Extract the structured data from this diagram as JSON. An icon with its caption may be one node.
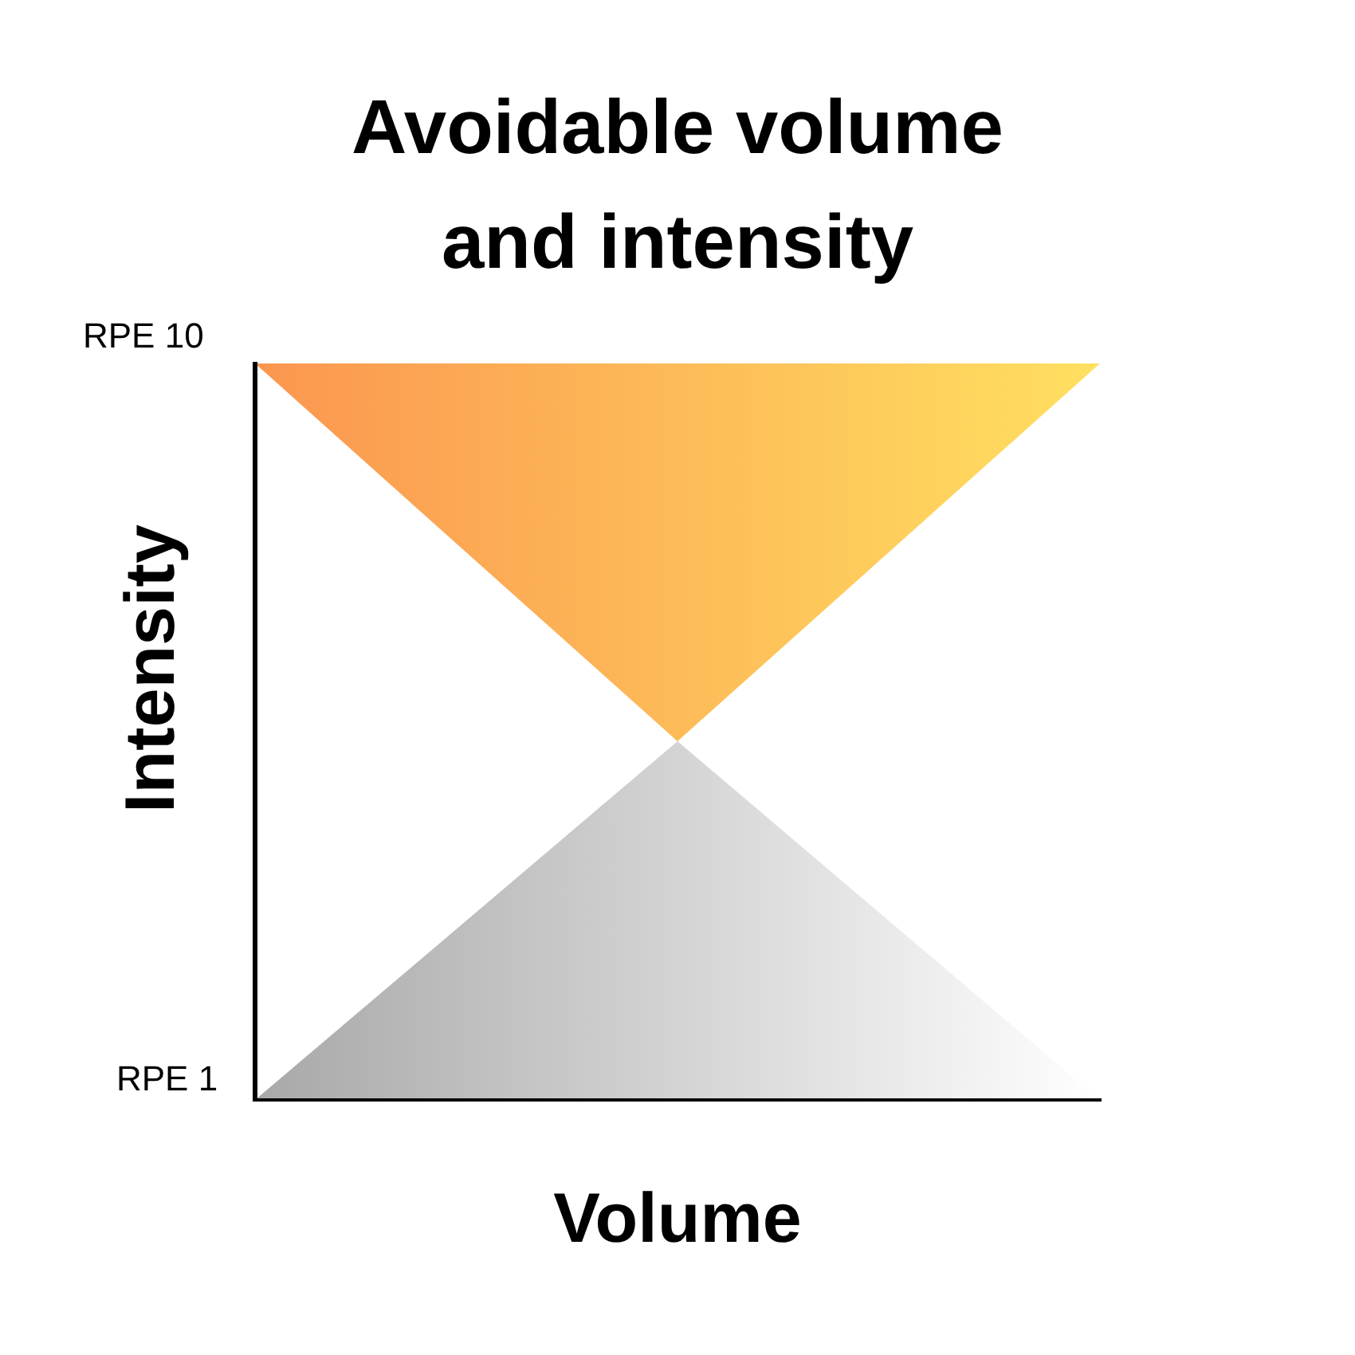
{
  "diagram": {
    "title": "Avoidable volume and intensity",
    "labels": [
      "RPE 10",
      "Intensity",
      "RPE 1",
      "Volume"
    ]
  }
}
